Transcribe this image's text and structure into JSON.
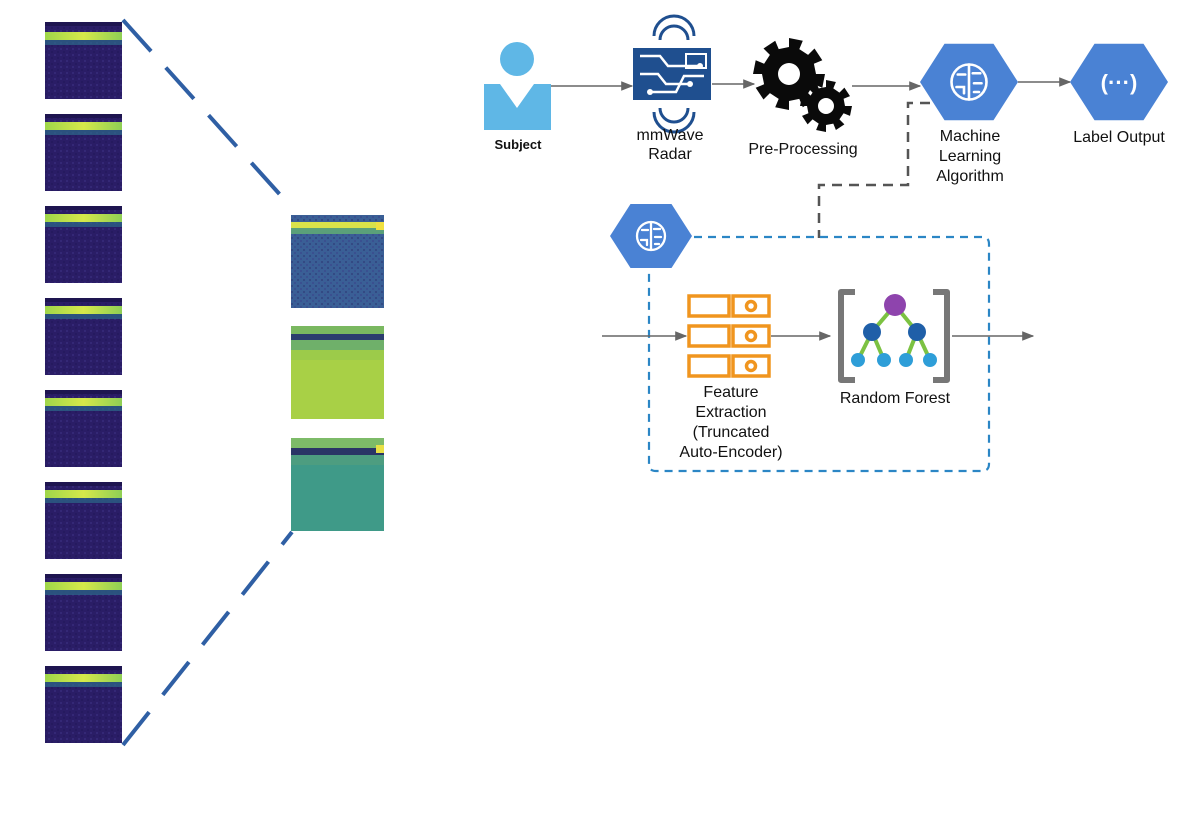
{
  "title": "",
  "colors": {
    "radar_dark": "#1f4f8f",
    "tile_dark": "#2a1d66",
    "tile_band": "#c8e34a",
    "hexagon": "#4a82d4",
    "feature_orange": "#f0951f",
    "subject_blue": "#5fb7e6",
    "dashed_blue": "#2b86c5",
    "dashed_grey": "#555555",
    "zoom_line": "#2f5fa4",
    "rf_purple": "#8e44ad",
    "rf_blue": "#2e86c1",
    "rf_green": "#7cc242"
  },
  "icons": {
    "subject": "person-icon",
    "radar": "radar-chip-icon",
    "preprocessing": "gears-icon",
    "ml": "brain-hexagon-icon",
    "output": "api-braces-hexagon-icon",
    "feature": "server-stack-icon",
    "forest": "decision-tree-icon"
  },
  "pipeline": {
    "subject_label": "Subject",
    "radar_label_line1": "mmWave",
    "radar_label_line2": "Radar",
    "preprocessing_label": "Pre-Processing",
    "ml_label_line1": "Machine",
    "ml_label_line2": "Learning",
    "ml_label_line3": "Algorithm",
    "output_label": "Label Output"
  },
  "detail": {
    "feature_line1": "Feature",
    "feature_line2": "Extraction",
    "feature_line3": "(Truncated",
    "feature_line4": "Auto-Encoder)",
    "forest_label": "Random Forest"
  },
  "output_glyph": "(···)"
}
